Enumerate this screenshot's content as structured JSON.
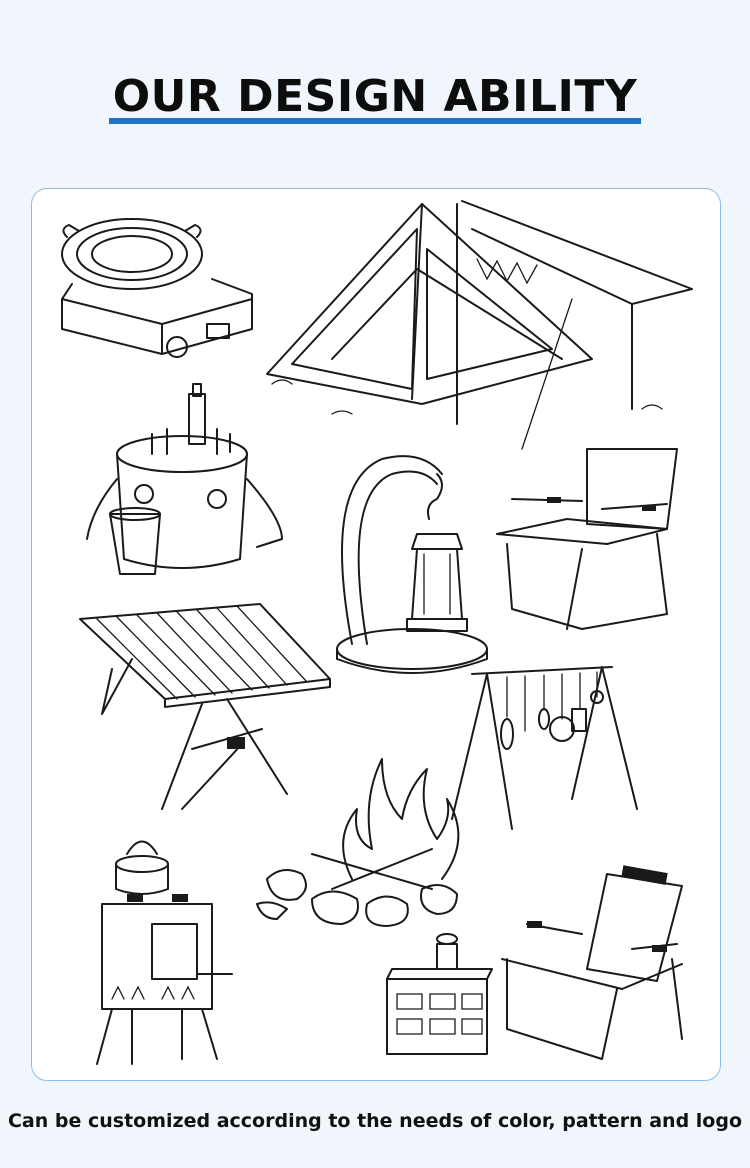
{
  "header": {
    "title": "OUR DESIGN ABILITY"
  },
  "illustrations": {
    "items": [
      "grill-pan-stove",
      "tent",
      "ice-bucket",
      "lantern-stand",
      "folding-chair",
      "roll-table",
      "hanging-cookware-rack",
      "campfire",
      "wood-stove",
      "storage-box-lantern",
      "kermit-chair"
    ]
  },
  "footer": {
    "caption": "Can be customized according to the needs of color, pattern and logo"
  },
  "colors": {
    "accent": "#1f74c8",
    "border": "#8fbde6",
    "background": "#f1f6fc"
  }
}
